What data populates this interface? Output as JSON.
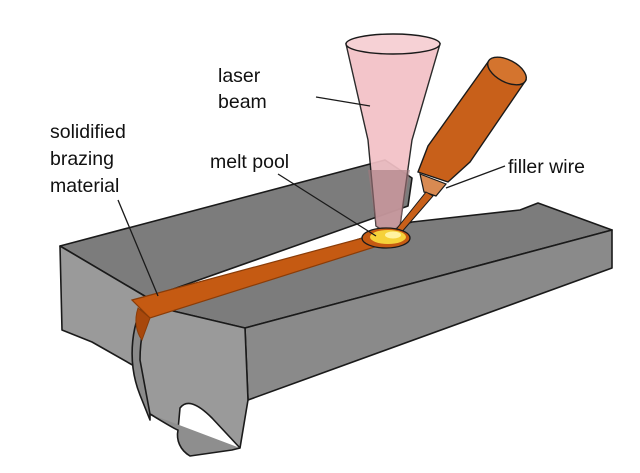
{
  "labels": {
    "laser_line1": "laser",
    "laser_line2": "beam",
    "solid_line1": "solidified",
    "solid_line2": "brazing",
    "solid_line3": "material",
    "melt_pool": "melt pool",
    "filler_wire": "filler wire"
  },
  "colors": {
    "block_top": "#7c7c7c",
    "block_front": "#9a9a9a",
    "block_side": "#8a8a8a",
    "braze": "#c55a12",
    "braze_dark": "#8a3c08",
    "beam": "#f2c1c6",
    "melt_pool": "#f5d23a",
    "wire_body": "#c8601a",
    "background": "#ffffff"
  }
}
